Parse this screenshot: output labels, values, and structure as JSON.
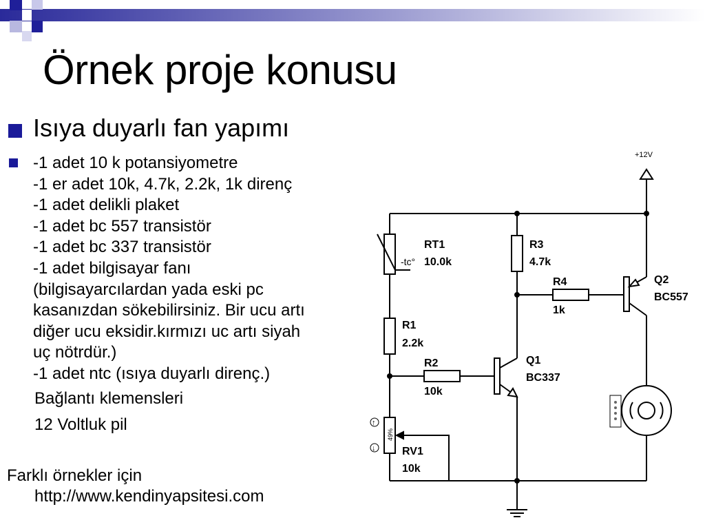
{
  "slide": {
    "title": "Örnek proje konusu",
    "bullet_main": "Isıya duyarlı fan yapımı",
    "materials": [
      "-1 adet 10 k potansiyometre",
      "-1 er adet 10k, 4.7k, 2.2k, 1k direnç",
      "-1 adet delikli plaket",
      "-1 adet bc 557 transistör",
      "-1 adet bc 337 transistör",
      "-1 adet bilgisayar fanı",
      "(bilgisayarcılardan yada eski pc",
      "kasanızdan sökebilirsiniz. Bir ucu artı",
      "diğer ucu eksidir.kırmızı uc artı siyah",
      "uç nötrdür.)",
      "-1 adet ntc (ısıya duyarlı direnç.)"
    ],
    "extra_1": "Bağlantı klemensleri",
    "extra_2": "12 Voltluk pil",
    "footer_line1": "Farklı örnekler için",
    "footer_line2": "http://www.kendinyapsitesi.com"
  },
  "circuit": {
    "supply": "+12V",
    "rt1_name": "RT1",
    "rt1_value": "10.0k",
    "rt1_type": "-tc°",
    "r1_name": "R1",
    "r1_value": "2.2k",
    "r2_name": "R2",
    "r2_value": "10k",
    "r3_name": "R3",
    "r3_value": "4.7k",
    "r4_name": "R4",
    "r4_value": "1k",
    "q1_name": "Q1",
    "q1_value": "BC337",
    "q2_name": "Q2",
    "q2_value": "BC557",
    "rv1_name": "RV1",
    "rv1_value": "10k",
    "rv1_pct": "49%"
  },
  "colors": {
    "deco_blue": "#1f1f99",
    "deco_light": "#b8b8e0",
    "bullet": "#1a1a99"
  }
}
